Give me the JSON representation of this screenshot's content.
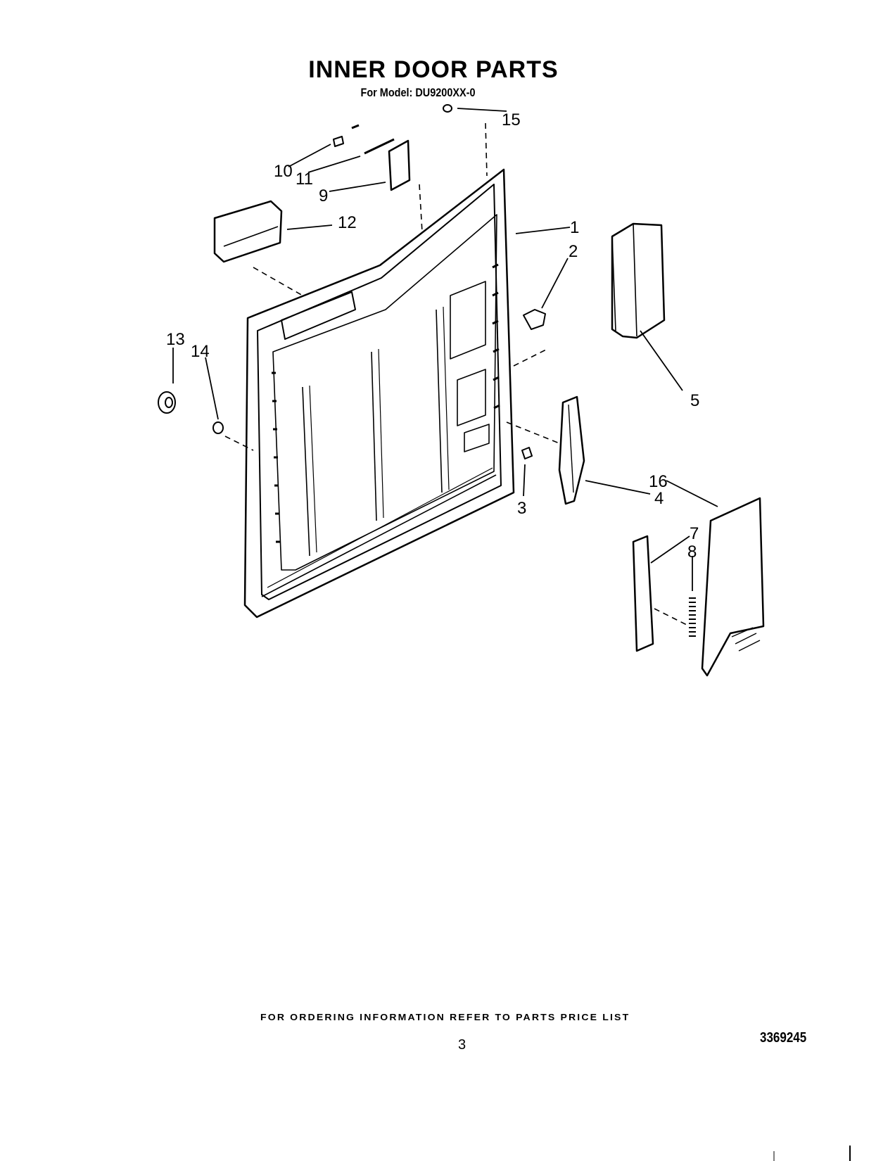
{
  "header": {
    "title": "INNER DOOR PARTS",
    "subtitle": "For Model: DU9200XX-0"
  },
  "callouts": {
    "c1": "1",
    "c2": "2",
    "c3": "3",
    "c4": "4",
    "c5": "5",
    "c7": "7",
    "c8": "8",
    "c9": "9",
    "c10": "10",
    "c11": "11",
    "c12": "12",
    "c13": "13",
    "c14": "14",
    "c15": "15",
    "c16": "16"
  },
  "footer": {
    "ordering_note": "FOR ORDERING INFORMATION REFER TO PARTS PRICE LIST",
    "page_number": "3",
    "document_number": "3369245"
  }
}
